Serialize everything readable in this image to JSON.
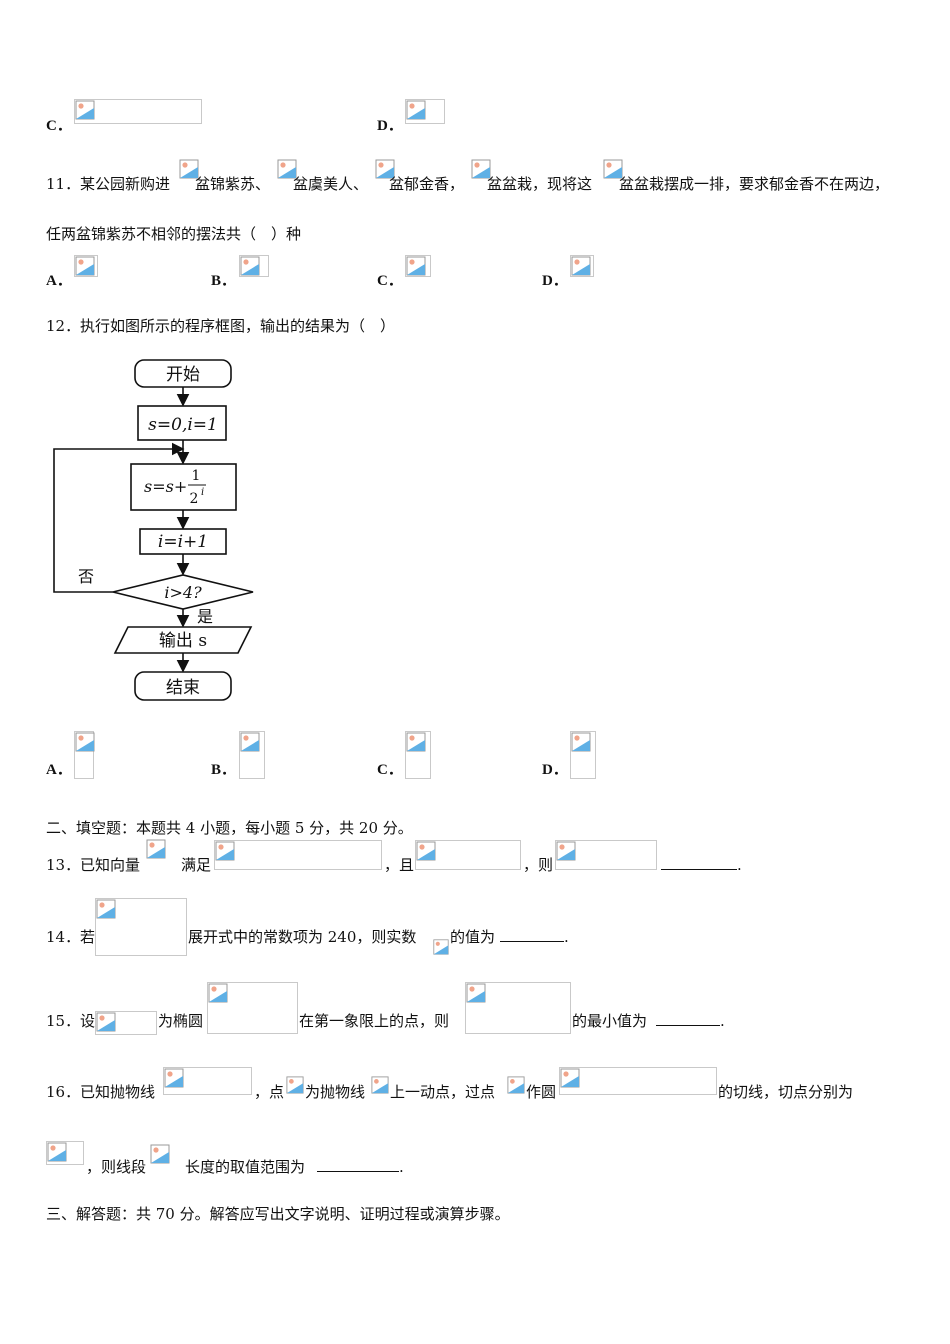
{
  "q10": {
    "opt_c": "C．",
    "opt_d": "D．"
  },
  "q11": {
    "num": "11．",
    "t1": "某公园新购进",
    "t2": "盆锦紫苏、",
    "t3": "盆虞美人、",
    "t4": "盆郁金香，",
    "t5": "盆盆栽，现将这",
    "t6": "盆盆栽摆成一排，要求郁金香不在两边，",
    "line2": "任两盆锦紫苏不相邻的摆法共（　）种",
    "opt_a": "A．",
    "opt_b": "B．",
    "opt_c": "C．",
    "opt_d": "D．"
  },
  "q12": {
    "num": "12．",
    "text": "执行如图所示的程序框图，输出的结果为（　）",
    "opt_a": "A．",
    "opt_b": "B．",
    "opt_c": "C．",
    "opt_d": "D．"
  },
  "flowchart": {
    "start": "开始",
    "init": "s=0,i=1",
    "update_s": "s=s+",
    "frac_num": "1",
    "frac_den": "2",
    "frac_exp": "i",
    "update_i": "i=i+1",
    "condition": "i>4?",
    "no_label": "否",
    "yes_label": "是",
    "output": "输出 s",
    "end": "结束"
  },
  "section2": {
    "heading": "二、填空题：本题共 4 小题，每小题 5 分，共 20 分。"
  },
  "q13": {
    "num": "13．",
    "t1": "已知向量",
    "t2": "满足",
    "t3": "，且",
    "t4": "，则",
    "end": "."
  },
  "q14": {
    "num": "14．",
    "t1": "若",
    "t2": "展开式中的常数项为 240，则实数",
    "t3": "的值为",
    "end": "."
  },
  "q15": {
    "num": "15．",
    "t1": "设",
    "t2": "为椭圆",
    "t3": "在第一象限上的点，则",
    "t4": "的最小值为",
    "end": "."
  },
  "q16": {
    "num": "16．",
    "t1": "已知抛物线",
    "t2": "，点",
    "t3": "为抛物线",
    "t4": "上一动点，过点",
    "t5": "作圆",
    "t6": "的切线，切点分别为",
    "t7": "，则线段",
    "t8": "长度的取值范围为",
    "end": "."
  },
  "section3": {
    "heading": "三、解答题：共 70 分。解答应写出文字说明、证明过程或演算步骤。"
  },
  "colors": {
    "icon_sky": "#8ec9ef",
    "icon_sun": "#f0a48a",
    "icon_ground": "#5fb0e5",
    "line": "#111111"
  }
}
